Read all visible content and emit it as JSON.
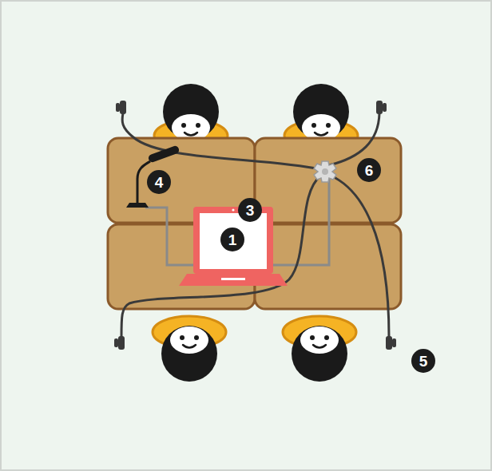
{
  "diagram": {
    "labels": [
      "6",
      "4",
      "3",
      "1",
      "5"
    ]
  }
}
